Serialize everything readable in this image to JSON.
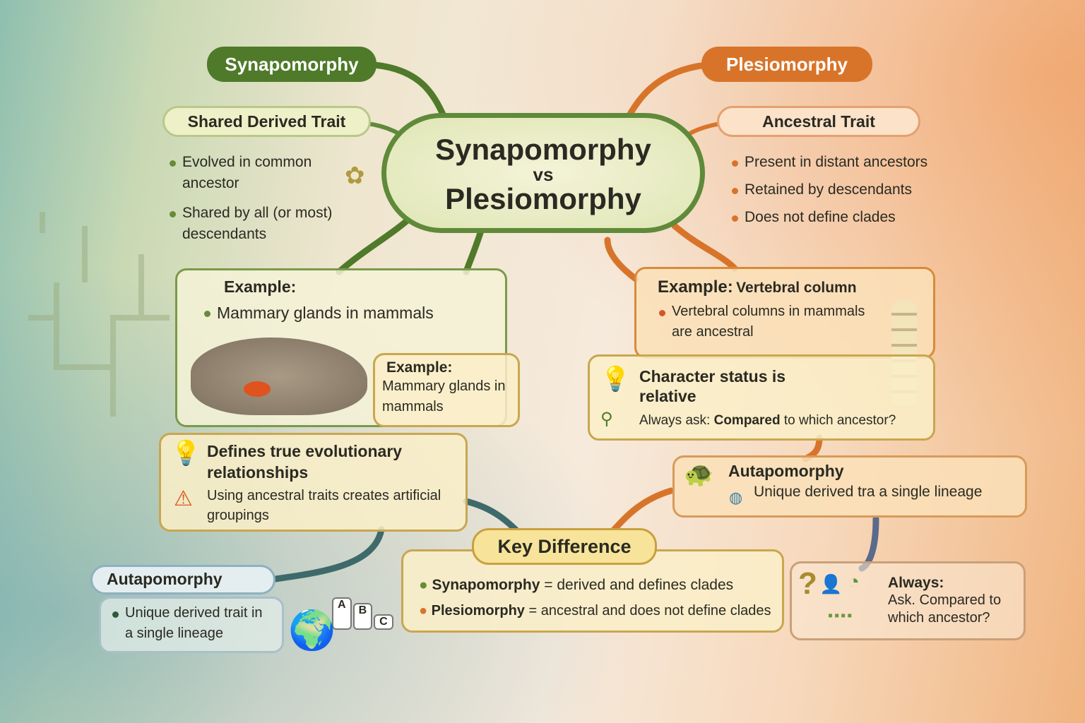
{
  "title": {
    "line1": "Synapomorphy",
    "line2": "vs",
    "line3": "Plesiomorphy"
  },
  "left": {
    "label": "Synapomorphy",
    "subtitle": "Shared Derived Trait",
    "bullets": [
      "Evolved in common ancestor",
      "Shared by all (or most) descendants"
    ],
    "example": {
      "heading": "Example:",
      "bullet": "Mammary glands in mammals"
    },
    "callout": {
      "heading": "Example:",
      "text": "Mammary glands in mammals"
    },
    "note": {
      "heading": "Defines true evolutionary relationships",
      "warning": "Using ancestral traits creates artificial groupings"
    },
    "autapomorphy": {
      "label": "Autapomorphy",
      "bullet": "Unique derived trait in a single lineage",
      "blocks": [
        "A",
        "B",
        "C"
      ]
    }
  },
  "right": {
    "label": "Plesiomorphy",
    "subtitle": "Ancestral Trait",
    "bullets": [
      "Present in distant ancestors",
      "Retained by descendants",
      "Does not define clades"
    ],
    "example": {
      "heading": "Example:",
      "heading_rest": "Vertebral column",
      "bullet": "Vertebral columns in mammals are ancestral"
    },
    "status": {
      "heading": "Character status is relative",
      "ask_prefix": "Always ask:",
      "ask_bold": "Compared",
      "ask_rest": "to which ancestor?"
    },
    "autapomorphy": {
      "label": "Autapomorphy",
      "bullet": "Unique derived tra a single lineage"
    },
    "always": {
      "heading": "Always:",
      "text": "Ask. Compared to which ancestor?"
    }
  },
  "key": {
    "label": "Key Difference",
    "rows": [
      {
        "term": "Synapomorphy",
        "rest": "= derived and defines clades"
      },
      {
        "term": "Plesiomorphy",
        "rest": "= ancestral and does not define clades"
      }
    ]
  },
  "colors": {
    "green": "#4f7a2a",
    "orange": "#d8742a"
  }
}
